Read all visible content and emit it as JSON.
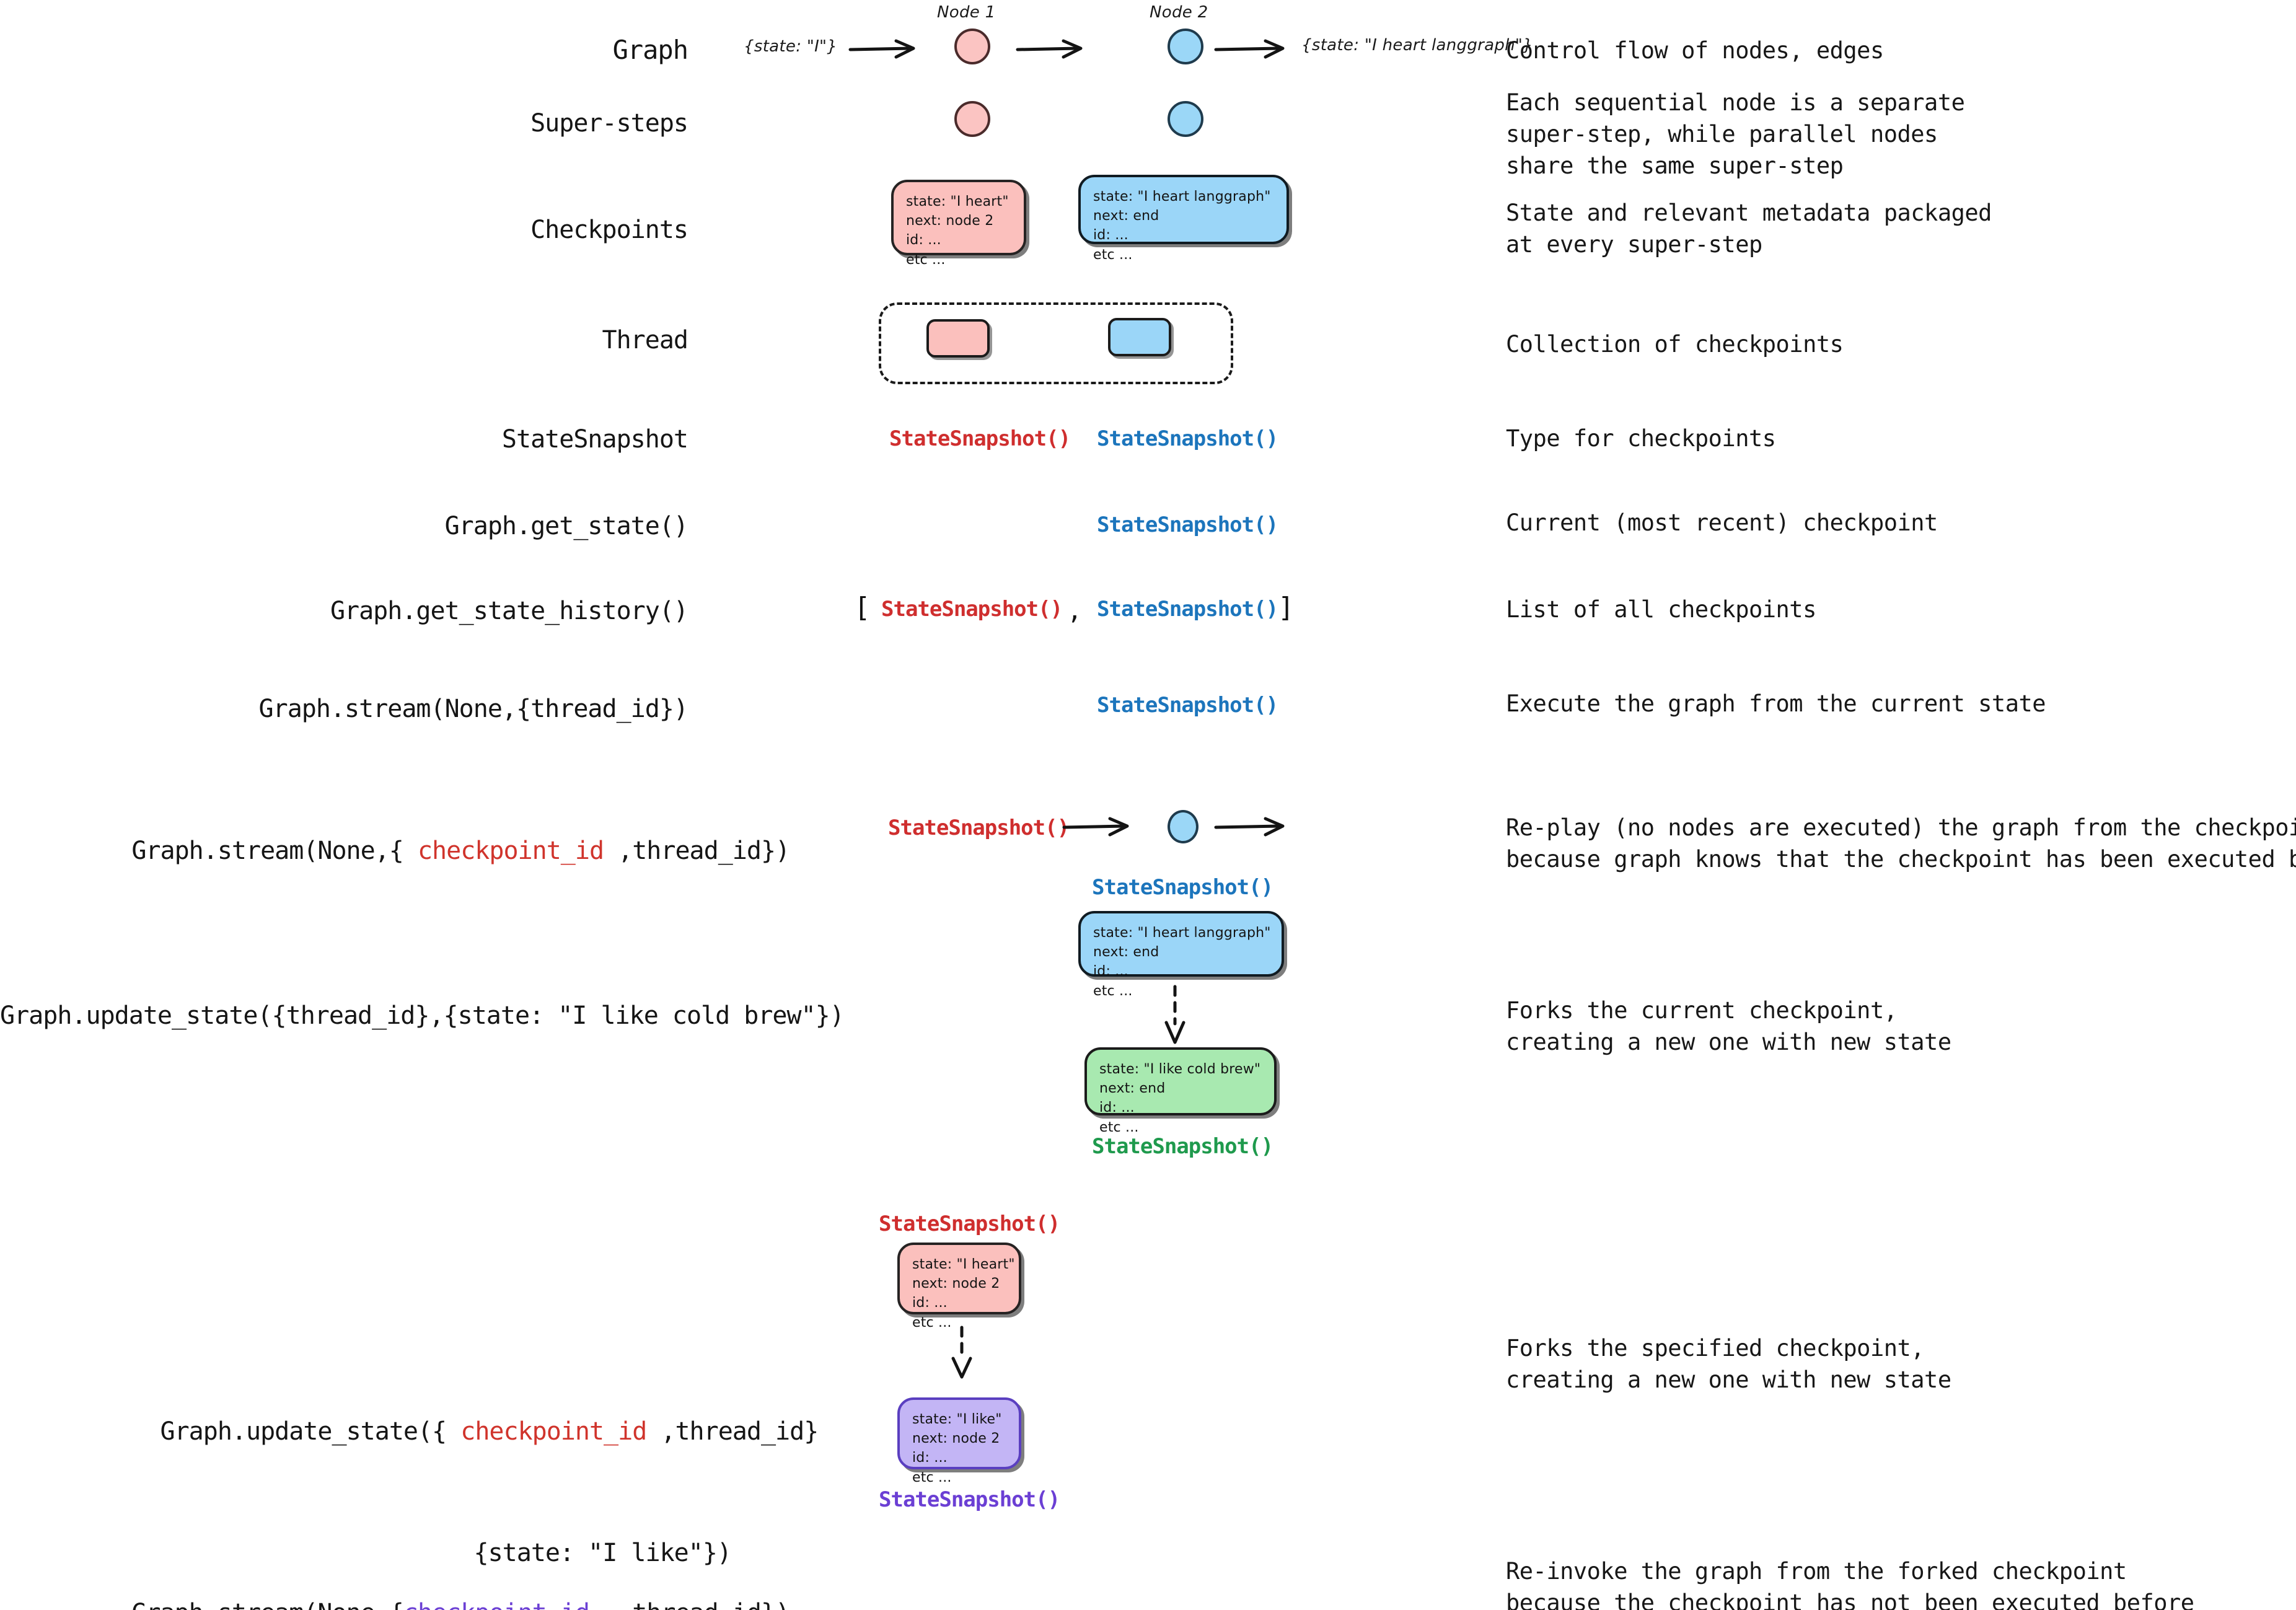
{
  "colors": {
    "pink_fill": "#fbc0bd",
    "blue_fill": "#9bd6f8",
    "green_fill": "#a8e9b0",
    "purple_fill": "#c3b5f5",
    "snapshot_red": "#cf2e2e",
    "snapshot_blue": "#1c75bc",
    "snapshot_green": "#1f9a4d",
    "snapshot_purple": "#6b3fd4",
    "ink": "#1b1b1b"
  },
  "rows": [
    {
      "label": "Graph",
      "desc": "Control flow of nodes, edges"
    },
    {
      "label": "Super-steps",
      "desc": "Each sequential node is a separate\nsuper-step, while parallel nodes\nshare the same super-step"
    },
    {
      "label": "Checkpoints",
      "desc": "State and relevant metadata packaged\nat every super-step"
    },
    {
      "label": "Thread",
      "desc": "Collection of checkpoints"
    },
    {
      "label": "StateSnapshot",
      "desc": "Type for checkpoints"
    },
    {
      "label": "Graph.get_state()",
      "desc": "Current (most recent) checkpoint"
    },
    {
      "label": "Graph.get_state_history()",
      "desc": "List of all checkpoints"
    },
    {
      "label": "Graph.stream(None,{thread_id})",
      "desc": "Execute the graph from the current state"
    },
    {
      "label": "Graph.stream(None,{ checkpoint_id ,thread_id})",
      "desc": "Re-play (no nodes are executed) the graph from the checkpoint,\nbecause graph knows that the checkpoint has been executed before"
    },
    {
      "label": "Graph.update_state({thread_id},{state: \"I like cold brew\"})",
      "desc": "Forks the current checkpoint,\ncreating a new one with new state"
    },
    {
      "label": "Graph.update_state({ checkpoint_id ,thread_id}\n                {state: \"I like\"})",
      "desc": "Forks the specified checkpoint,\ncreating a new one with new state"
    },
    {
      "label": "Graph.stream(None,{checkpoint_id  ,thread_id})",
      "desc": "Re-invoke the graph from the forked checkpoint\nbecause the checkpoint has not been executed before"
    }
  ],
  "code_tokens": {
    "graph_stream_prefix": "Graph.stream(None,{ ",
    "graph_stream_suffix": " ,thread_id})",
    "graph_update_prefix": "Graph.update_state({ ",
    "graph_update_suffix": " ,thread_id}",
    "graph_update_line2": "{state: \"I like\"})",
    "graph_stream2_prefix": "Graph.stream(None,{",
    "graph_stream2_suffix": "  ,thread_id})",
    "checkpoint_id": "checkpoint_id"
  },
  "graph_row": {
    "node1_label": "Node 1",
    "node2_label": "Node 2",
    "input_state": "{state: \"I\"}",
    "output_state": "{state: \"I heart langgraph\"}"
  },
  "snapshot_text": "StateSnapshot()",
  "list_brackets": {
    "open": "[",
    "comma": ",",
    "close": "]"
  },
  "checkpoint_cards": {
    "pink_node1": "state: \"I heart\"\nnext: node 2\nid: ...\netc ...",
    "blue_node2": "state: \"I heart langgraph\"\nnext: end\nid: ...\netc ...",
    "blue_current": "state: \"I heart langgraph\"\nnext: end\nid: ...\netc ...",
    "green_fork": "state: \"I like cold brew\"\nnext: end\nid: ...\netc ...",
    "pink_fork_source": "state: \"I heart\"\nnext: node 2\nid: ...\netc ...",
    "purple_fork": "state: \"I like\"\nnext: node 2\nid: ...\netc ..."
  }
}
